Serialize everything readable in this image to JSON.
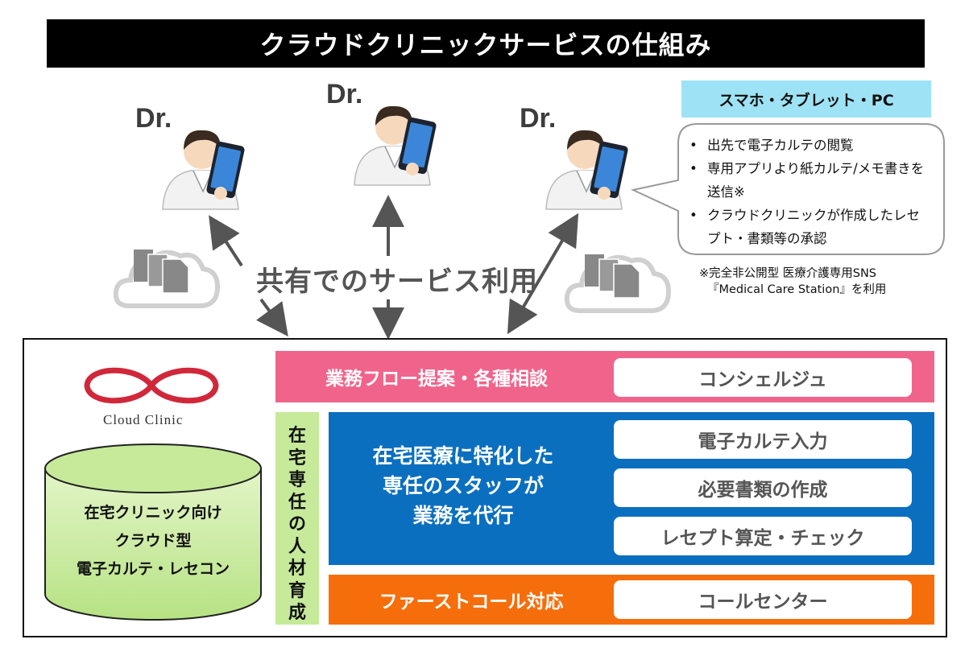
{
  "title": "クラウドクリニックサービスの仕組み",
  "doctors": [
    {
      "label": "Dr."
    },
    {
      "label": "Dr."
    },
    {
      "label": "Dr."
    }
  ],
  "device_label": "スマホ・タブレット・PC",
  "bubble_items": [
    "出先で電子カルテの閲覧",
    "専用アプリより紙カルテ/メモ書きを送信※",
    "クラウドクリニックが作成したレセプト・書類等の承認"
  ],
  "note_lines": [
    "※完全非公開型 医療介護専用SNS",
    "『Medical Care Station』を利用"
  ],
  "shared_label": "共有でのサービス利用",
  "logo_text": "Cloud Clinic",
  "db_lines": [
    "在宅クリニック向け",
    "クラウド型",
    "電子カルテ・レセコン"
  ],
  "pink": {
    "title": "業務フロー提案・各種相談",
    "service": "コンシェルジュ"
  },
  "green_vertical": [
    "在",
    "宅",
    "専",
    "任",
    "の",
    "人",
    "材",
    "育",
    "成"
  ],
  "blue": {
    "title_lines": [
      "在宅医療に特化した",
      "専任のスタッフが",
      "業務を代行"
    ],
    "services": [
      "電子カルテ入力",
      "必要書類の作成",
      "レセプト算定・チェック"
    ]
  },
  "orange": {
    "title": "ファーストコール対応",
    "service": "コールセンター"
  },
  "colors": {
    "pink": "#f0648c",
    "green": "#c6ea9a",
    "blue": "#0b6fc0",
    "orange": "#f66e0b",
    "device_label_bg": "#9ee3f5",
    "logo": "#d0283a",
    "db_fill": "#c6ea9a"
  },
  "icons": [
    "doctor-with-smartphone-icon",
    "cloud-documents-icon",
    "infinity-logo-icon",
    "database-cylinder-icon"
  ]
}
